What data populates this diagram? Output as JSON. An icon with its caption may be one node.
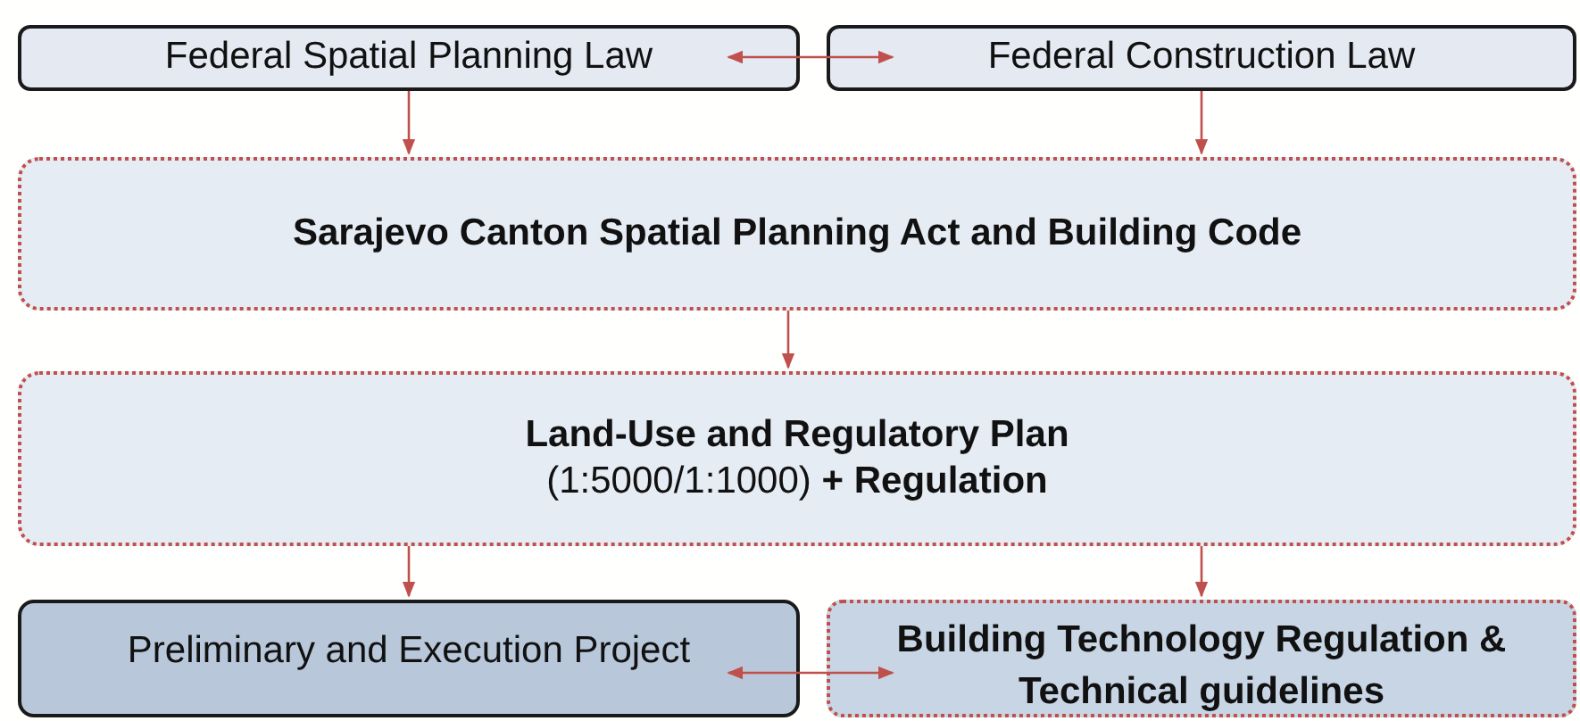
{
  "diagram": {
    "nodes": [
      {
        "text": [
          "Federal Spatial Planning Law"
        ]
      },
      {
        "text": [
          "Federal Construction Law"
        ]
      },
      {
        "text": [
          "Sarajevo Canton Spatial Planning Act and Building Code"
        ]
      },
      {
        "text": [
          "Land-Use and Regulatory Plan",
          "(1:5000/1:1000) **+ Regulation**"
        ]
      },
      {
        "text": [
          "Preliminary and Execution Project"
        ]
      },
      {
        "text": [
          "Building Technology Regulation & Technical guidelines"
        ]
      }
    ],
    "edges": [
      {
        "from": 0,
        "to": 1,
        "arrow": "both"
      },
      {
        "from": 0,
        "to": 2,
        "arrow": "to"
      },
      {
        "from": 1,
        "to": 2,
        "arrow": "to"
      },
      {
        "from": 2,
        "to": 3,
        "arrow": "to"
      },
      {
        "from": 3,
        "to": 4,
        "arrow": "to"
      },
      {
        "from": 3,
        "to": 5,
        "arrow": "to"
      },
      {
        "from": 4,
        "to": 5,
        "arrow": "both"
      }
    ]
  }
}
